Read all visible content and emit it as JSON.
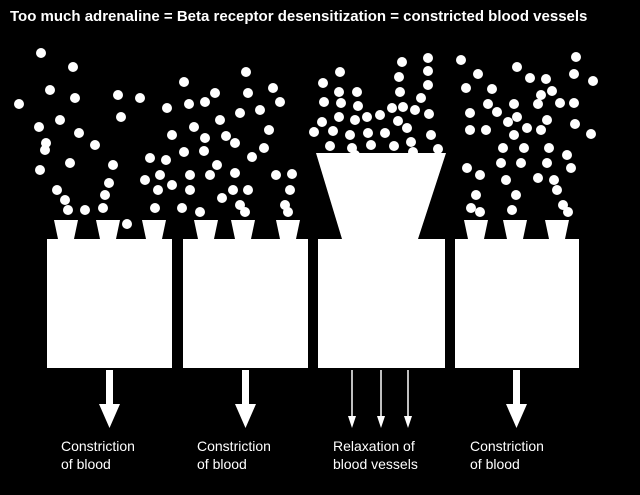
{
  "title": "Too much adrenaline = Beta receptor desensitization = constricted blood vessels",
  "colors": {
    "background": "#000000",
    "foreground": "#ffffff"
  },
  "panels": [
    {
      "receptors": 3,
      "receptor_size": "small",
      "arrows": 1,
      "caption_line1": "Constriction",
      "caption_line2": "of blood"
    },
    {
      "receptors": 3,
      "receptor_size": "small",
      "arrows": 1,
      "caption_line1": "Constriction",
      "caption_line2": "of blood"
    },
    {
      "receptors": 1,
      "receptor_size": "large",
      "arrows": 3,
      "caption_line1": "Relaxation of",
      "caption_line2": "blood vessels"
    },
    {
      "receptors": 3,
      "receptor_size": "small",
      "arrows": 1,
      "caption_line1": "Constriction",
      "caption_line2": "of blood"
    }
  ]
}
